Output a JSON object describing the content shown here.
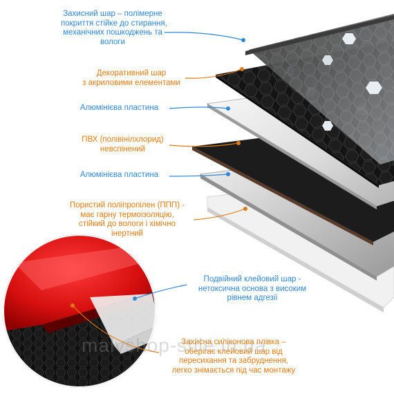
{
  "colors": {
    "blue": "#2f86d6",
    "orange": "#e07b12"
  },
  "labels": {
    "protective": [
      "Захисний шар – полімерне",
      "покриття стійке до стирання,",
      "механічних пошкоджень та",
      "вологи"
    ],
    "decorative": [
      "Декоративний шар",
      "з акриловими елементами"
    ],
    "aluminum_top": [
      "Алюмінієва пластина"
    ],
    "pvc": [
      "ПВХ (полівінілхлорид)",
      "невспінений"
    ],
    "aluminum_bottom": [
      "Алюмінієва пластина"
    ],
    "polypropylene": [
      "Пористий поліпропілен (ППП) -",
      "має гарну термоізоляцію,",
      "стійкий до вологи і хімічно",
      "інертний"
    ],
    "adhesive": [
      "Подвійний клейовий шар -",
      "нетоксична основа з високим",
      "рівнем адгезії"
    ],
    "silicone": [
      "Захисна силіконова плівка –",
      "оберігає клейовий шар від",
      "пересихання та забруднення,",
      "легко знімається під час монтажу"
    ]
  },
  "watermark": "malvshop-stile.in.ua",
  "icons": [
    "hexagon-pattern",
    "callout-dot"
  ]
}
